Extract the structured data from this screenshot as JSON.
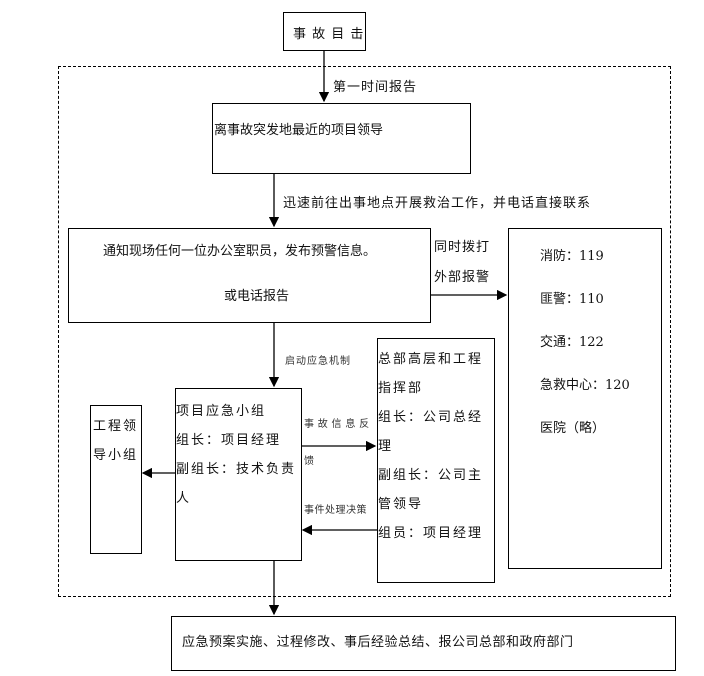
{
  "witness": "事 故 目 击",
  "first_report": "第一时间报告",
  "nearest_leader": "离事故突发地最近的项目领导",
  "rush_label": "迅速前往出事地点开展救治工作，并电话直接联系",
  "notify": {
    "line1": "通知现场任何一位办公室职员，发布预警信息。",
    "line2": "或电话报告"
  },
  "external_label": [
    "同时拨打",
    "外部报警"
  ],
  "external": [
    "消防：119",
    "匪警：110",
    "交通：122",
    "急救中心：120",
    "医院（略）"
  ],
  "start_mechanism": "启动应急机制",
  "project_group": [
    "项目应急小组",
    "组长：项目经理",
    "副组长：技术负责",
    "人"
  ],
  "eng_leader_group": [
    "工程领",
    "导小组"
  ],
  "feedback_label": [
    "事 故 信 息 反",
    "馈"
  ],
  "decision_label": "事件处理决策",
  "hq": [
    "总部高层和工程",
    "指挥部",
    "组长：公司总经",
    "理",
    "副组长：公司主",
    "管领导",
    "组员：项目经理"
  ],
  "final": "应急预案实施、过程修改、事后经验总结、报公司总部和政府部门"
}
